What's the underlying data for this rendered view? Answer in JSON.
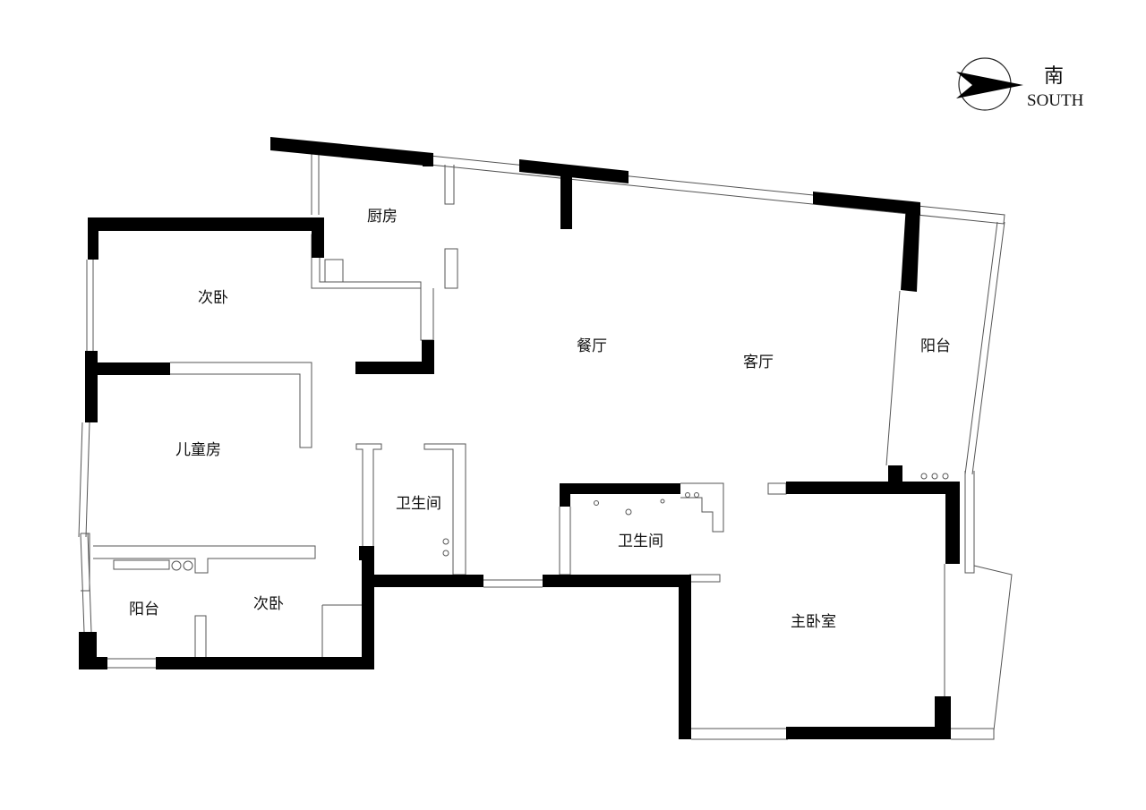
{
  "compass": {
    "cn": "南",
    "en": "SOUTH",
    "icon": "compass-arrow-icon"
  },
  "rooms": {
    "kitchen": "厨房",
    "bedroom_top": "次卧",
    "dining": "餐厅",
    "living": "客厅",
    "balcony_east": "阳台",
    "kids_room": "儿童房",
    "bathroom_left": "卫生间",
    "bathroom_center": "卫生间",
    "master_bedroom": "主卧室",
    "balcony_west": "阳台",
    "bedroom_bottom": "次卧"
  },
  "colors": {
    "wall": "#000000",
    "line": "#555555",
    "background": "#ffffff"
  }
}
